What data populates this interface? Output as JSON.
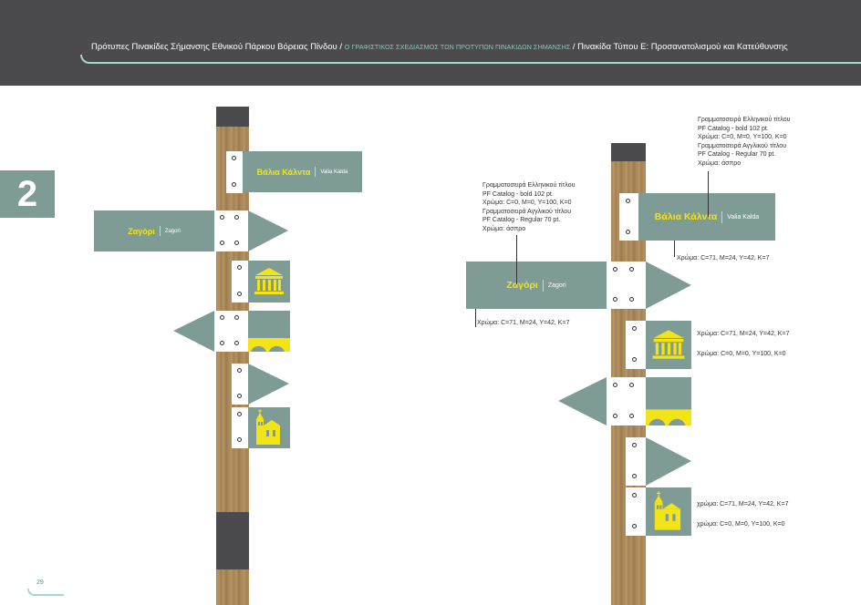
{
  "header": {
    "title_part1": "Πρότυπες Πινακίδες Σήμανσης Εθνικού Πάρκου Βόρειας Πίνδου / ",
    "title_highlight": "Ο ΓΡΑΦΙΣΤΙΚΟΣ ΣΧΕΔΙΑΣΜΟΣ ΤΩΝ ΠΡΟΤΥΠΩΝ ΠΙΝΑΚΙΔΩΝ ΣΗΜΑΝΣΗΣ",
    "title_part2": " / Πινακίδα Τύπου Ε: Προσανατολισμού και Κατεύθυνσης"
  },
  "chapter": "2",
  "page_number": "29",
  "signs": {
    "valia_gr": "Βάλια Κάλντα",
    "valia_en": "Valia Kalda",
    "zagori_gr": "Ζαγόρι",
    "zagori_en": "Zagori"
  },
  "notes": {
    "zagori_spec": [
      "Γραμματοσειρά Ελληνικού τίτλου",
      "PF Catalog - bold 102 pt.",
      "Χρώμα: C=0, M=0, Y=100, K=0",
      "Γραμματοσειρά Αγγλικού τίτλου",
      "PF Catalog - Regular 70 pt.",
      "Χρώμα: άσπρο"
    ],
    "valia_spec": [
      "Γραμματοσειρά Ελληνικού τίτλου",
      "PF Catalog - bold 102 pt.",
      "Χρώμα: C=0, M=0, Y=100, K=0",
      "Γραμματοσειρά Αγγλικού τίτλου",
      "PF Catalog - Regular 70 pt.",
      "Χρώμα: άσπρο"
    ],
    "zagori_color": "Χρώμα: C=71, M=24, Y=42, K=7",
    "valia_color": "Χρώμα: C=71, M=24, Y=42, K=7",
    "museum_color_1": "Χρώμα: C=71, M=24, Y=42, K=7",
    "museum_color_2": "Χρώμα: C=0, M=0, Y=100, K=0",
    "church_color_1": "χρώμα: C=71, M=24, Y=42, K=7",
    "church_color_2": "χρώμα: C=0, M=0, Y=100, K=0"
  },
  "colors": {
    "sign_teal": "#7e9b96",
    "text_yellow": "#f3e417",
    "header_dark": "#4b4b4d",
    "accent_mint": "#9fd9cf"
  },
  "icons": [
    "museum-icon",
    "bridge-icon",
    "church-icon"
  ]
}
